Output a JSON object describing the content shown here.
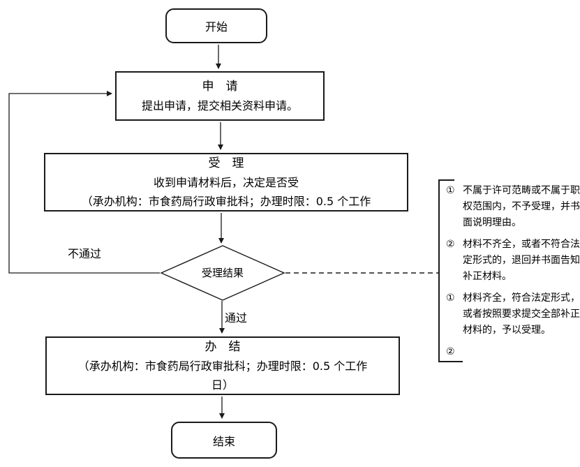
{
  "flow": {
    "start": {
      "label": "开始"
    },
    "apply": {
      "title": "申　请",
      "body": "提出申请，提交相关资料申请。"
    },
    "review": {
      "title": "受　理",
      "line1": "收到申请材料后，决定是否受",
      "line2": "（承办机构：市食药局行政审批科；办理时限：0.5 个工作"
    },
    "decision": {
      "label": "受理结果"
    },
    "reject_label": "不通过",
    "pass_label": "通过",
    "complete": {
      "title": "办　结",
      "line1": "（承办机构：市食药局行政审批科；办理时限：0.5 个工作",
      "line2": "日）"
    },
    "end": {
      "label": "结束"
    }
  },
  "notes": {
    "items": [
      {
        "num": "①",
        "text": "不属于许可范畴或不属于职权范围内，不予受理，并书面说明理由。"
      },
      {
        "num": "②",
        "text": "材料不齐全，或者不符合法定形式的，退回并书面告知补正材料。"
      },
      {
        "num": "①",
        "text": "材料齐全，符合法定形式，或者按照要求提交全部补正材料的，予以受理。"
      },
      {
        "num": "②",
        "text": ""
      }
    ]
  },
  "colors": {
    "stroke": "#000000",
    "background": "#ffffff"
  }
}
